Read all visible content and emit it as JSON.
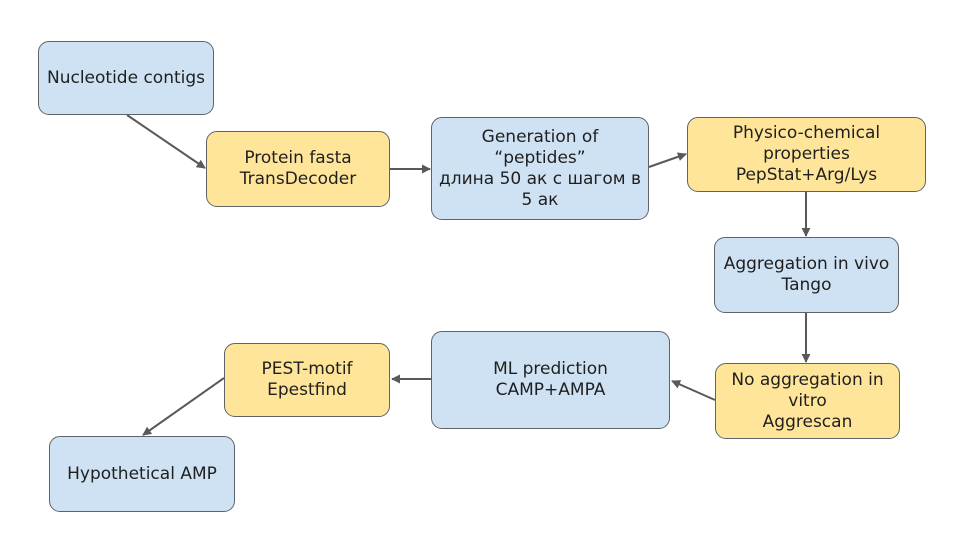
{
  "nodes": {
    "nucleotide": {
      "title": "Nucleotide contigs"
    },
    "protein": {
      "title": "Protein fasta",
      "sub": "TransDecoder"
    },
    "generation": {
      "title": "Generation of “peptides”",
      "sub": "длина 50 ак с шагом в 5 ак"
    },
    "physico": {
      "title": "Physico-chemical properties",
      "sub": "PepStat+Arg/Lys"
    },
    "aggregation_vivo": {
      "title": "Aggregation in vivo",
      "sub": "Tango"
    },
    "no_aggregation": {
      "title": "No aggregation in vitro",
      "sub": "Aggrescan"
    },
    "ml": {
      "title": "ML prediction",
      "sub": "CAMP+AMPA"
    },
    "pest": {
      "title": "PEST-motif",
      "sub": "Epestfind"
    },
    "amp": {
      "title": "Hypothetical AMP"
    }
  },
  "colors": {
    "process_fill": "#cfe2f3",
    "tool_fill": "#ffe599",
    "border": "#5f6368",
    "arrow": "#595959"
  }
}
